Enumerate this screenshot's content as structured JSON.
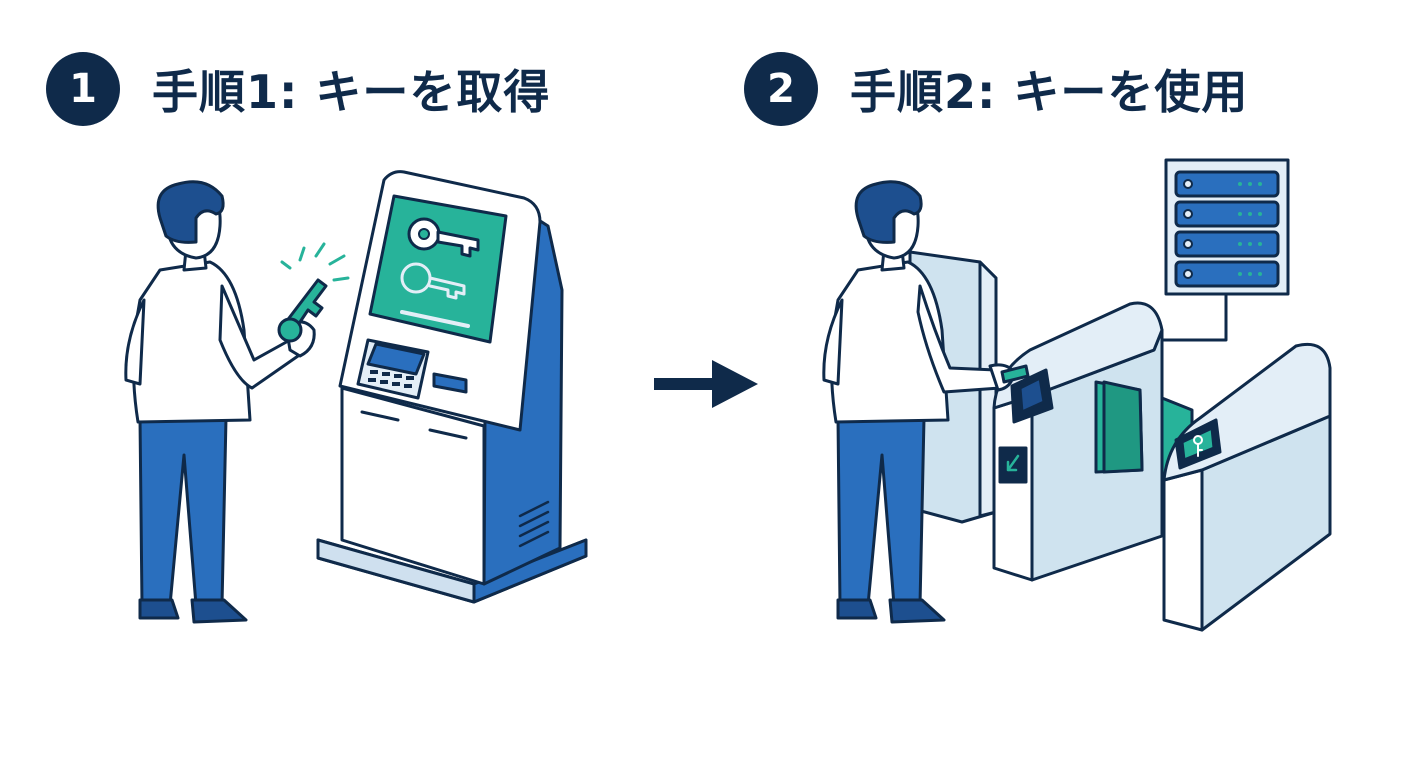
{
  "steps": [
    {
      "number": "1",
      "title": "手順1: キーを取得"
    },
    {
      "number": "2",
      "title": "手順2: キーを使用"
    }
  ],
  "colors": {
    "navy": "#0f2a4a",
    "blue": "#2a6fbe",
    "teal": "#27b39a",
    "light": "#e3eef7",
    "white": "#ffffff"
  },
  "icons": [
    "person-icon",
    "key-icon",
    "kiosk-icon",
    "arrow-right-icon",
    "server-icon",
    "turnstile-gate-icon"
  ]
}
